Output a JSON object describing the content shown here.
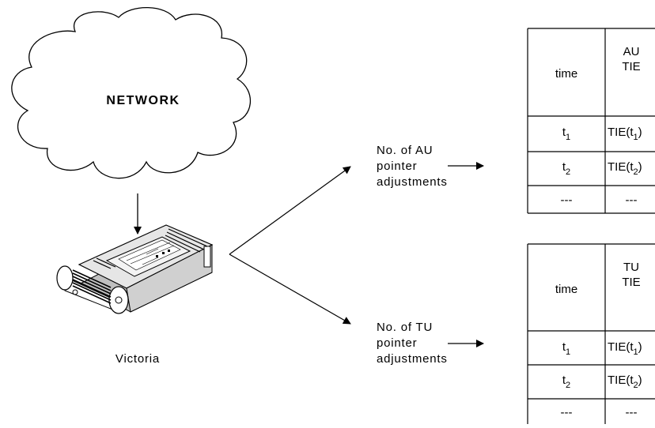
{
  "network": {
    "label": "NETWORK"
  },
  "device": {
    "label": "Victoria"
  },
  "au_caption": {
    "line1": "No. of AU",
    "line2": "pointer",
    "line3": "adjustments"
  },
  "tu_caption": {
    "line1": "No. of TU",
    "line2": "pointer",
    "line3": "adjustments"
  },
  "au_table": {
    "header_time": "time",
    "header_col2_line1": "AU",
    "header_col2_line2": "TIE",
    "rows": [
      {
        "t": "t",
        "t_sub": "1",
        "v": "TIE(t",
        "v_sub": "1",
        "v_end": ")"
      },
      {
        "t": "t",
        "t_sub": "2",
        "v": "TIE(t",
        "v_sub": "2",
        "v_end": ")"
      },
      {
        "t": "---",
        "t_sub": "",
        "v": "---",
        "v_sub": "",
        "v_end": ""
      }
    ]
  },
  "tu_table": {
    "header_time": "time",
    "header_col2_line1": "TU",
    "header_col2_line2": "TIE",
    "rows": [
      {
        "t": "t",
        "t_sub": "1",
        "v": "TIE(t",
        "v_sub": "1",
        "v_end": ")"
      },
      {
        "t": "t",
        "t_sub": "2",
        "v": "TIE(t",
        "v_sub": "2",
        "v_end": ")"
      },
      {
        "t": "---",
        "t_sub": "",
        "v": "---",
        "v_sub": "",
        "v_end": ""
      }
    ]
  }
}
